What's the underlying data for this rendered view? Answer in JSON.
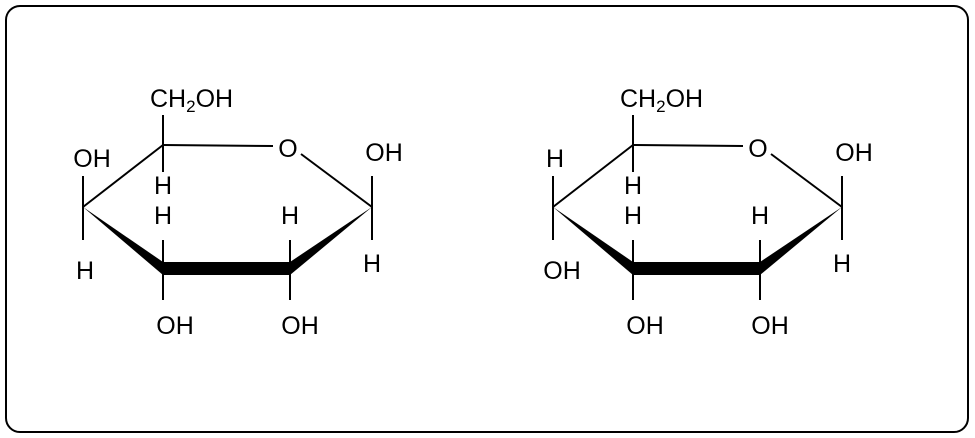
{
  "structures": [
    {
      "ch2oh": {
        "c": "CH",
        "sub": "2",
        "oh": "OH"
      },
      "ring_o": "O",
      "c1_up": "OH",
      "c1_down": "H",
      "c2_up": "H",
      "c2_down": "OH",
      "c3_up": "H",
      "c3_down": "OH",
      "c4_up": "OH",
      "c4_down": "H",
      "c5_down": "H"
    },
    {
      "ch2oh": {
        "c": "CH",
        "sub": "2",
        "oh": "OH"
      },
      "ring_o": "O",
      "c1_up": "OH",
      "c1_down": "H",
      "c2_up": "H",
      "c2_down": "OH",
      "c3_up": "H",
      "c3_down": "OH",
      "c4_up": "H",
      "c4_down": "OH",
      "c5_down": "H"
    }
  ]
}
